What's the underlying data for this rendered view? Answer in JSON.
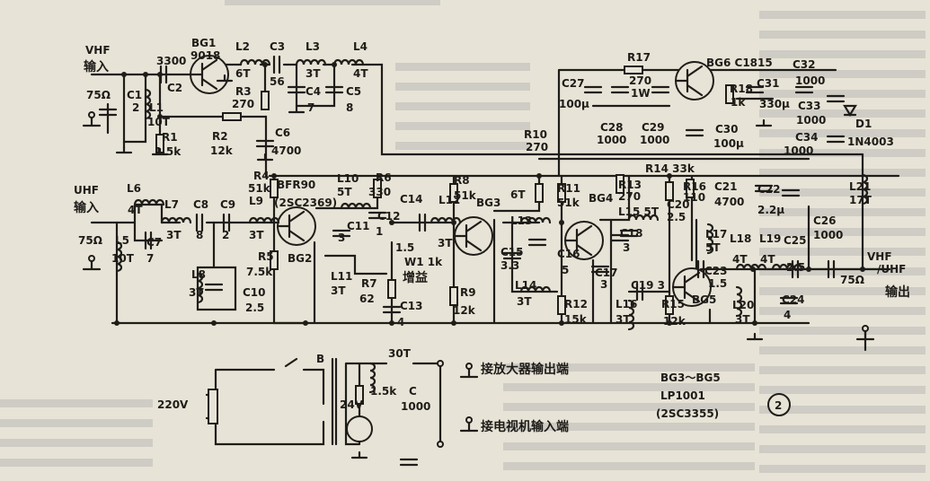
{
  "labels": {
    "vhf_in": "VHF",
    "vhf_in_cn": "输入",
    "vhf_in_ohm": "75Ω",
    "c1": "C1",
    "c1_v": "2",
    "l1": "L1",
    "l1_v": "10T",
    "c2_v": "3300",
    "c2": "C2",
    "bg1": "BG1",
    "bg1_v": "9018",
    "l2": "L2",
    "l2_v": "6T",
    "c3": "C3",
    "c3_v": "56",
    "l3": "L3",
    "l3_v": "3T",
    "l4": "L4",
    "l4_v": "4T",
    "r3": "R3",
    "r3_v": "270",
    "c4": "C4",
    "c4_v": "7",
    "c5": "C5",
    "c5_v": "8",
    "r1": "R1",
    "r1_v": "1.5k",
    "r2": "R2",
    "r2_v": "12k",
    "c6": "C6",
    "c6_v": "4700",
    "r17": "R17",
    "r17_v": "270",
    "r17_w": "1W",
    "c27": "C27",
    "c27_v": "100μ",
    "c28": "C28",
    "c28_v": "1000",
    "c29": "C29",
    "c29_v": "1000",
    "bg6": "BG6 C1815",
    "r18": "R18",
    "r18_v": "1k",
    "c30": "C30",
    "c30_v": "100μ",
    "c31": "C31",
    "c31_v": "330μ",
    "c32": "C32",
    "c32_v": "1000",
    "c33": "C33",
    "c33_v": "1000",
    "c34": "C34",
    "c34_v": "1000",
    "d1": "D1",
    "d1_v": "1N4003",
    "r10": "R10",
    "r10_v": "270",
    "r14": "R14 33k",
    "uhf_in": "UHF",
    "uhf_in_cn": "输入",
    "uhf_in_ohm": "75Ω",
    "l6": "L6",
    "l6_v": "4T",
    "c7": "C7",
    "c7_v": "7",
    "l5": "L5",
    "l5_v": "10T",
    "l7": "L7",
    "l7_v": "3T",
    "c8": "C8",
    "c8_v": "8",
    "c9": "C9",
    "c9_v": "2",
    "r4": "R4",
    "r4_v": "51k",
    "l9": "L9",
    "l9_v": "3T",
    "bg2_type": "BFR90",
    "bg2_alt": "(2SC2369)",
    "bg2": "BG2",
    "r5": "R5",
    "r5_v": "7.5k",
    "l8": "L8",
    "l8_v": "3T",
    "c10": "C10",
    "c10_v": "2.5",
    "c11": "C11",
    "c11_v": "3",
    "l10": "L10",
    "l10_v": "5T",
    "r6": "R6",
    "r6_v": "330",
    "c12": "C12",
    "c12_v": "1",
    "c14": "C14",
    "c14_v": "1.5",
    "l12": "L12",
    "l12_v": "3T",
    "w1": "W1 1k",
    "w1_cn": "增益",
    "l11": "L11",
    "l11_v": "3T",
    "r7": "R7",
    "r7_v": "62",
    "c13": "C13",
    "c13_v": "4",
    "r8": "R8",
    "r8_v": "51k",
    "bg3": "BG3",
    "r9": "R9",
    "r9_v": "12k",
    "l13_v": "6T",
    "l13": "L13",
    "c15": "C15",
    "c15_v": "3.3",
    "c16": "C16",
    "c16_v": "5",
    "r11": "R11",
    "r11_v": "51k",
    "l14": "L14",
    "l14_v": "3T",
    "bg4": "BG4",
    "r12": "R12",
    "r12_v": "15k",
    "r13": "R13",
    "r13_v": "270",
    "l15": "L15 5T",
    "c18": "C18",
    "c18_v": "3",
    "c17": "C17",
    "c17_v": "3",
    "c19": "C19 3",
    "l16": "L16",
    "l16_v": "3T",
    "r16": "R16",
    "r16_v": "110",
    "c20": "C20",
    "c20_v": "2.5",
    "c21": "C21",
    "c21_v": "4700",
    "c22": "C22",
    "c22_v": "2.2μ",
    "l17": "L17",
    "l17_v": "5T",
    "l18": "L18",
    "l18_v": "4T",
    "l19": "L19",
    "l19_v": "4T",
    "c25": "C25",
    "c25_v": "2.5",
    "c23": "C23",
    "c23_v": "1.5",
    "bg5": "BG5",
    "r15": "R15",
    "r15_v": "12k",
    "l20": "L20",
    "l20_v": "3T",
    "c24": "C24",
    "c24_v": "4",
    "c26": "C26",
    "c26_v": "1000",
    "l21": "L21",
    "l21_v": "17T",
    "out_vhf": "VHF",
    "out_uhf": "/UHF",
    "out_ohm": "75Ω",
    "out_cn": "输出",
    "mains": "220V",
    "transformer": "B",
    "coil": "30T",
    "sec_v": "24V",
    "led_r": "1.5k",
    "cap_c": "C",
    "cap_c_v": "1000",
    "term_amp": "接放大器输出端",
    "term_tv": "接电视机输入端",
    "note1": "BG3～BG5",
    "note2": "LP1001",
    "note3": "(2SC3355)",
    "fig_no": "2"
  },
  "colors": {
    "paper": "#e7e3d6",
    "ink": "#1f1d19"
  }
}
